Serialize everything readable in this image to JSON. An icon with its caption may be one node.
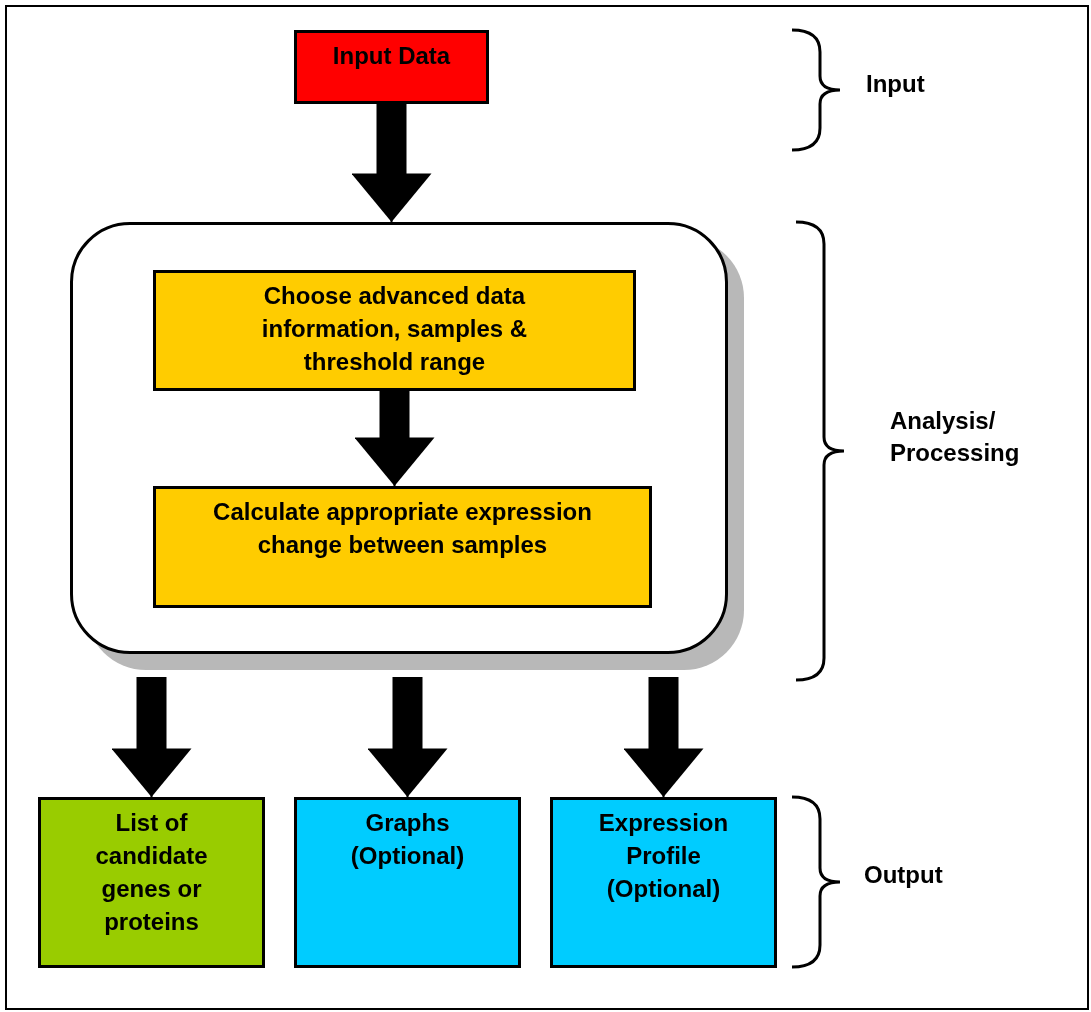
{
  "diagram": {
    "nodes": [
      {
        "text": [
          "Input Data"
        ]
      },
      {
        "text": [],
        "shape": "box"
      },
      {
        "text": [
          "Choose advanced data information, samples & threshold range"
        ],
        "in": 1
      },
      {
        "text": [
          "Calculate appropriate expression change between samples"
        ],
        "in": 1
      },
      {
        "text": [
          "List of candidate genes or proteins"
        ]
      },
      {
        "text": [
          "Graphs (Optional)"
        ]
      },
      {
        "text": [
          "Expression Profile (Optional)"
        ]
      }
    ],
    "edges": [
      {
        "from": 0,
        "to": 1,
        "arrow": "to"
      },
      {
        "from": 2,
        "to": 3,
        "arrow": "to"
      },
      {
        "from": 1,
        "to": 4,
        "arrow": "to"
      },
      {
        "from": 1,
        "to": 5,
        "arrow": "to"
      },
      {
        "from": 1,
        "to": 6,
        "arrow": "to"
      }
    ],
    "labels": [
      "Input",
      "Analysis/ Processing",
      "Output"
    ]
  }
}
